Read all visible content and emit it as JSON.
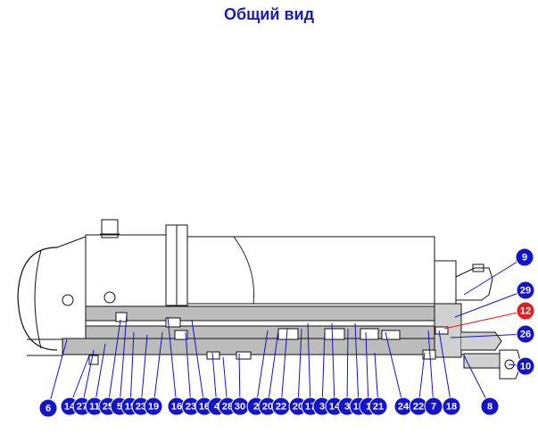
{
  "title": "Общий вид",
  "colors": {
    "title": "#1a1ab8",
    "callout": "#1414c8",
    "highlight": "#e02020",
    "line": "#111111",
    "section_fill": "#bcbcbc"
  },
  "callouts": [
    {
      "id": "c-9",
      "label": "9"
    },
    {
      "id": "c-29",
      "label": "29"
    },
    {
      "id": "c-12",
      "label": "12",
      "highlight": true
    },
    {
      "id": "c-26",
      "label": "26"
    },
    {
      "id": "c-10",
      "label": "10"
    },
    {
      "id": "c-8",
      "label": "8"
    },
    {
      "id": "c-6",
      "label": "6"
    },
    {
      "id": "c-14a",
      "label": "14"
    },
    {
      "id": "c-27",
      "label": "27"
    },
    {
      "id": "c-11",
      "label": "11"
    },
    {
      "id": "c-25",
      "label": "25"
    },
    {
      "id": "c-5",
      "label": "5"
    },
    {
      "id": "c-15",
      "label": "15"
    },
    {
      "id": "c-23a",
      "label": "23"
    },
    {
      "id": "c-19",
      "label": "19"
    },
    {
      "id": "c-16a",
      "label": "16"
    },
    {
      "id": "c-23b",
      "label": "23"
    },
    {
      "id": "c-16b",
      "label": "16"
    },
    {
      "id": "c-4",
      "label": "4"
    },
    {
      "id": "c-28",
      "label": "28"
    },
    {
      "id": "c-30",
      "label": "30"
    },
    {
      "id": "c-2",
      "label": "2"
    },
    {
      "id": "c-20a",
      "label": "20"
    },
    {
      "id": "c-22a",
      "label": "22"
    },
    {
      "id": "c-20b",
      "label": "20"
    },
    {
      "id": "c-17",
      "label": "17"
    },
    {
      "id": "c-3a",
      "label": "3"
    },
    {
      "id": "c-14b",
      "label": "14"
    },
    {
      "id": "c-3b",
      "label": "3"
    },
    {
      "id": "c-13",
      "label": "13"
    },
    {
      "id": "c-1",
      "label": "1"
    },
    {
      "id": "c-21",
      "label": "21"
    },
    {
      "id": "c-24",
      "label": "24"
    },
    {
      "id": "c-22b",
      "label": "22"
    },
    {
      "id": "c-7",
      "label": "7"
    },
    {
      "id": "c-18",
      "label": "18"
    }
  ]
}
